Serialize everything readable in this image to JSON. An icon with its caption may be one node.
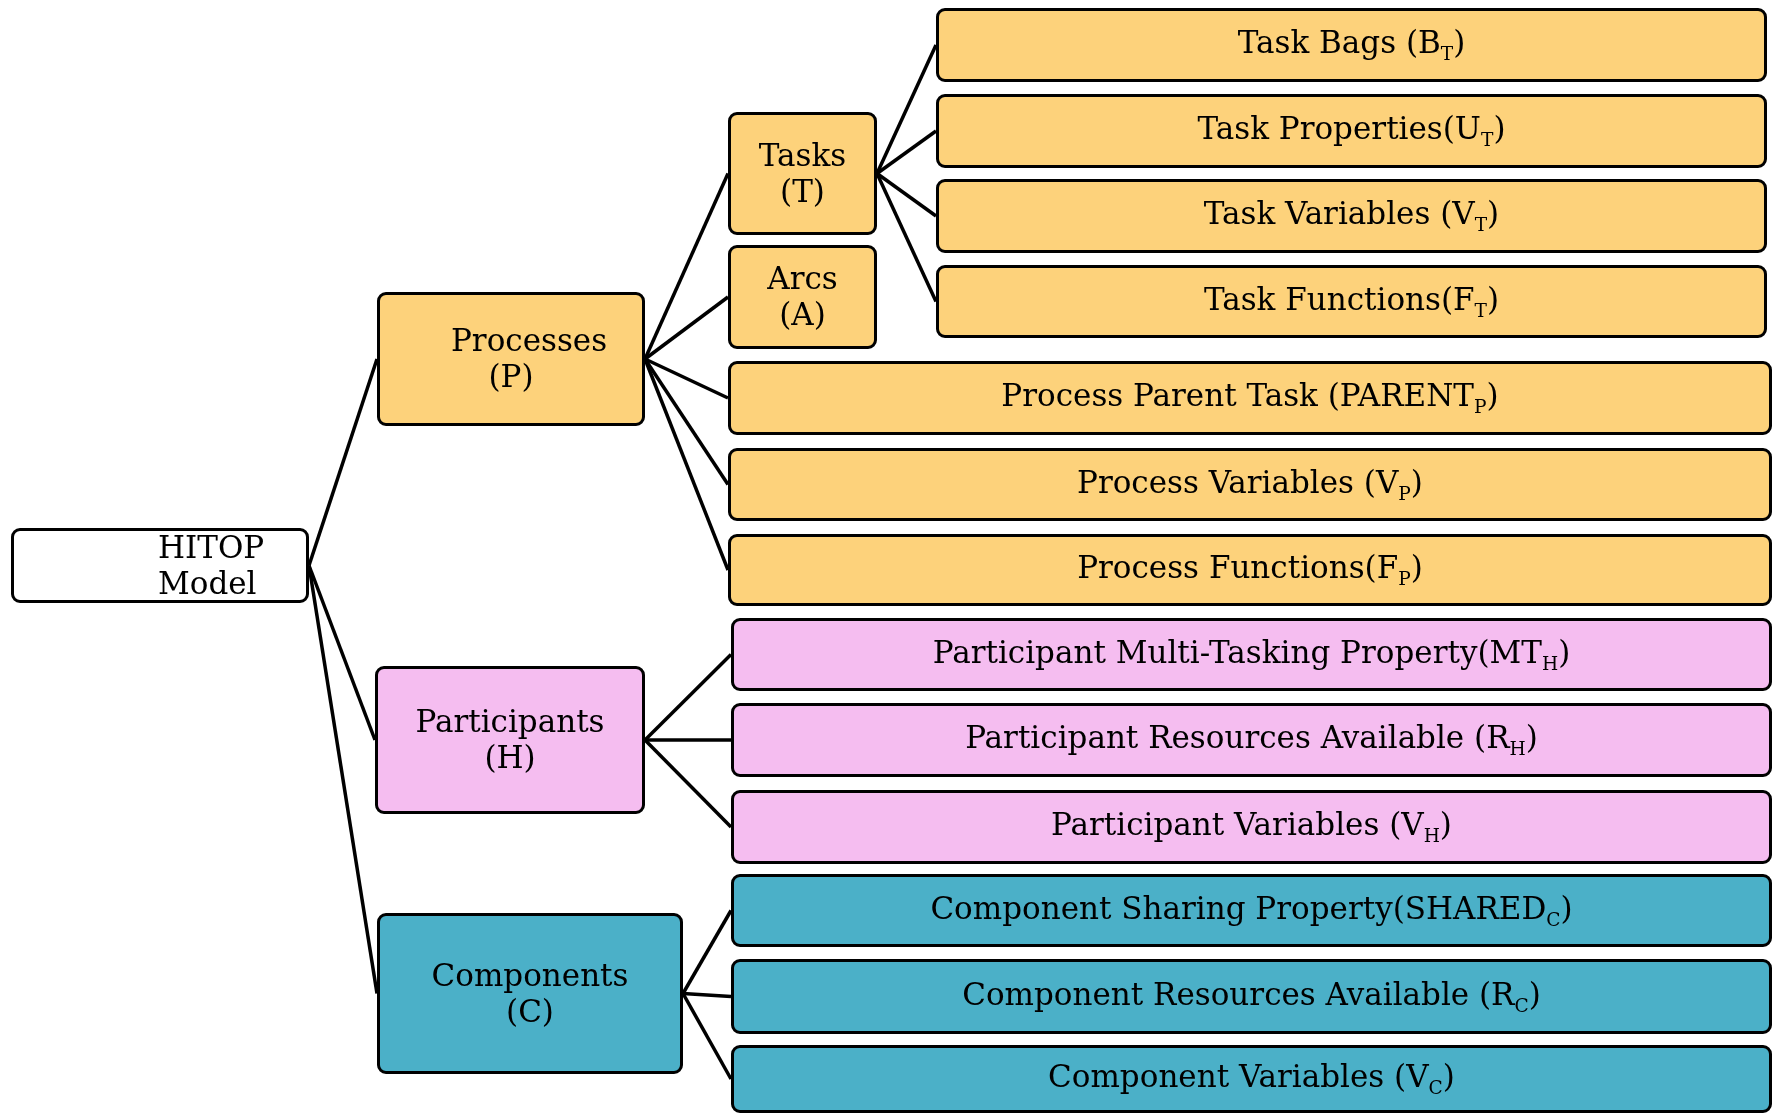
{
  "diagram": {
    "nodes": [
      {
        "text": [
          "HITOP Model"
        ]
      },
      {
        "text": [
          "Processes (P)"
        ]
      },
      {
        "text": [
          "Tasks (T)"
        ]
      },
      {
        "text": [
          "Task Bags (B$_{T}$)"
        ]
      },
      {
        "text": [
          "Task Properties(U$_{T}$)"
        ]
      },
      {
        "text": [
          "Task Variables (V$_{T}$)"
        ]
      },
      {
        "text": [
          "Task Functions(F$_{T}$)"
        ]
      },
      {
        "text": [
          "Arcs (A)"
        ]
      },
      {
        "text": [
          "Process Parent Task (PARENT$_{P}$)"
        ]
      },
      {
        "text": [
          "Process Variables (V$_{P}$)"
        ]
      },
      {
        "text": [
          "Process Functions(F$_{P}$)"
        ]
      },
      {
        "text": [
          "Participants (H)"
        ]
      },
      {
        "text": [
          "Participant Multi-Tasking Property(MT$_{H}$)"
        ]
      },
      {
        "text": [
          "Participant Resources Available (R$_{H}$)"
        ]
      },
      {
        "text": [
          "Participant Variables (V$_{H}$)"
        ]
      },
      {
        "text": [
          "Components (C)"
        ]
      },
      {
        "text": [
          "Component Sharing Property(SHARED$_{C}$)"
        ]
      },
      {
        "text": [
          "Component Resources Available (R$_{C}$)"
        ]
      },
      {
        "text": [
          "Component Variables (V$_{C}$)"
        ]
      }
    ],
    "edges": [
      {
        "from": 0,
        "to": 1,
        "arrow": "none"
      },
      {
        "from": 0,
        "to": 11,
        "arrow": "none"
      },
      {
        "from": 0,
        "to": 15,
        "arrow": "none"
      },
      {
        "from": 1,
        "to": 2,
        "arrow": "none"
      },
      {
        "from": 1,
        "to": 7,
        "arrow": "none"
      },
      {
        "from": 1,
        "to": 8,
        "arrow": "none"
      },
      {
        "from": 1,
        "to": 9,
        "arrow": "none"
      },
      {
        "from": 1,
        "to": 10,
        "arrow": "none"
      },
      {
        "from": 2,
        "to": 3,
        "arrow": "none"
      },
      {
        "from": 2,
        "to": 4,
        "arrow": "none"
      },
      {
        "from": 2,
        "to": 5,
        "arrow": "none"
      },
      {
        "from": 2,
        "to": 6,
        "arrow": "none"
      },
      {
        "from": 11,
        "to": 12,
        "arrow": "none"
      },
      {
        "from": 11,
        "to": 13,
        "arrow": "none"
      },
      {
        "from": 11,
        "to": 14,
        "arrow": "none"
      },
      {
        "from": 15,
        "to": 16,
        "arrow": "none"
      },
      {
        "from": 15,
        "to": 17,
        "arrow": "none"
      },
      {
        "from": 15,
        "to": 18,
        "arrow": "none"
      }
    ]
  }
}
